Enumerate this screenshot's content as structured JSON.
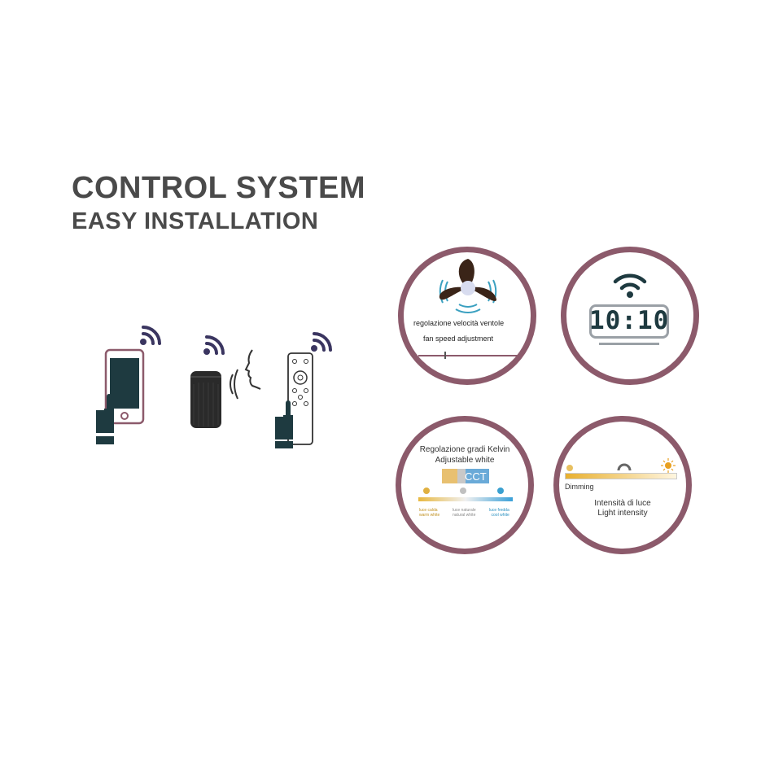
{
  "header": {
    "title": "CONTROL SYSTEM",
    "subtitle": "EASY INSTALLATION"
  },
  "devices": [
    {
      "name": "smartphone",
      "icon": "smartphone-icon"
    },
    {
      "name": "smart speaker",
      "icon": "smart-speaker-icon"
    },
    {
      "name": "remote control",
      "icon": "remote-control-icon"
    }
  ],
  "features": {
    "fan": {
      "label_it": "regolazione velocità ventole",
      "label_en": "fan speed adjustment"
    },
    "timer": {
      "display": "10:10"
    },
    "cct": {
      "title_it": "Regolazione gradi Kelvin",
      "title_en": "Adjustable white",
      "badge": "CCT",
      "warm_it": "luce calda",
      "warm_en": "warm white",
      "natural_it": "luce naturale",
      "natural_en": "natural white",
      "cool_it": "luce fredda",
      "cool_en": "cool white"
    },
    "dimming": {
      "label": "Dimming",
      "title_it": "Intensità di luce",
      "title_en": "Light intensity"
    }
  },
  "colors": {
    "heading": "#4a4a4a",
    "icon_dark": "#1e3a40",
    "wifi": "#3a3560",
    "ring": "#8c5a6b",
    "fan_blue": "#3aa0c0"
  }
}
